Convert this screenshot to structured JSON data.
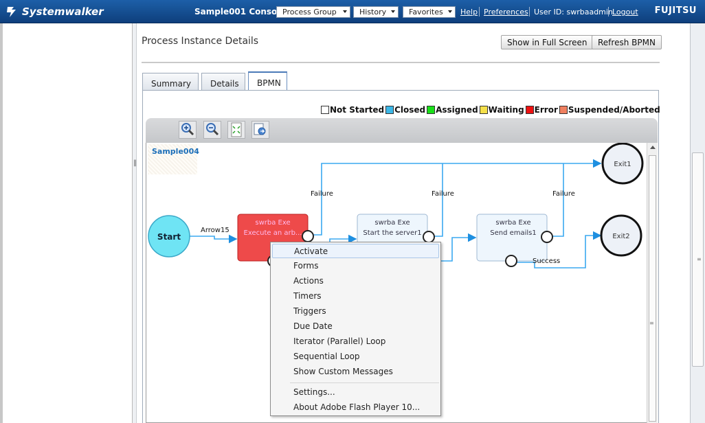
{
  "header": {
    "brand": "Systemwalker",
    "console_title": "Sample001 Console",
    "menus": [
      "Process Group",
      "History",
      "Favorites"
    ],
    "links": {
      "help": "Help",
      "preferences": "Preferences",
      "logout": "Logout"
    },
    "user_id": "User ID: swrbaadmin",
    "vendor": "FUJITSU"
  },
  "page": {
    "title": "Process Instance Details",
    "buttons": {
      "full_screen": "Show in Full Screen",
      "refresh": "Refresh BPMN"
    },
    "tabs": [
      {
        "label": "Summary",
        "active": false
      },
      {
        "label": "Details",
        "active": false
      },
      {
        "label": "BPMN",
        "active": true
      }
    ]
  },
  "legend": [
    {
      "label": "Not Started",
      "color": "#ffffff"
    },
    {
      "label": "Closed",
      "color": "#3cb8e8"
    },
    {
      "label": "Assigned",
      "color": "#19e019"
    },
    {
      "label": "Waiting",
      "color": "#f5e04a"
    },
    {
      "label": "Error",
      "color": "#ee1111"
    },
    {
      "label": "Suspended/Aborted",
      "color": "#f08060"
    }
  ],
  "toolbar": {
    "tools": [
      "zoom-in-icon",
      "zoom-out-icon",
      "fit-to-window-icon",
      "export-icon"
    ]
  },
  "diagram": {
    "pool": "Sample004",
    "start": "Start",
    "start_arrow": "Arrow15",
    "tasks": [
      {
        "line1": "swrba Exe",
        "line2": "Execute an arb...",
        "state": "Error"
      },
      {
        "line1": "swrba Exe",
        "line2": "Start the server1",
        "state": "Not Started"
      },
      {
        "line1": "swrba Exe",
        "line2": "Send emails1",
        "state": "Not Started"
      }
    ],
    "ends": [
      "Exit1",
      "Exit2"
    ],
    "flow_labels": {
      "failure": "Failure",
      "success": "Success"
    }
  },
  "context_menu": {
    "items": [
      "Activate",
      "Forms",
      "Actions",
      "Timers",
      "Triggers",
      "Due Date",
      "Iterator (Parallel) Loop",
      "Sequential Loop",
      "Show Custom Messages"
    ],
    "footer_items": [
      "Settings...",
      "About Adobe Flash Player 10..."
    ],
    "highlighted": "Activate"
  }
}
